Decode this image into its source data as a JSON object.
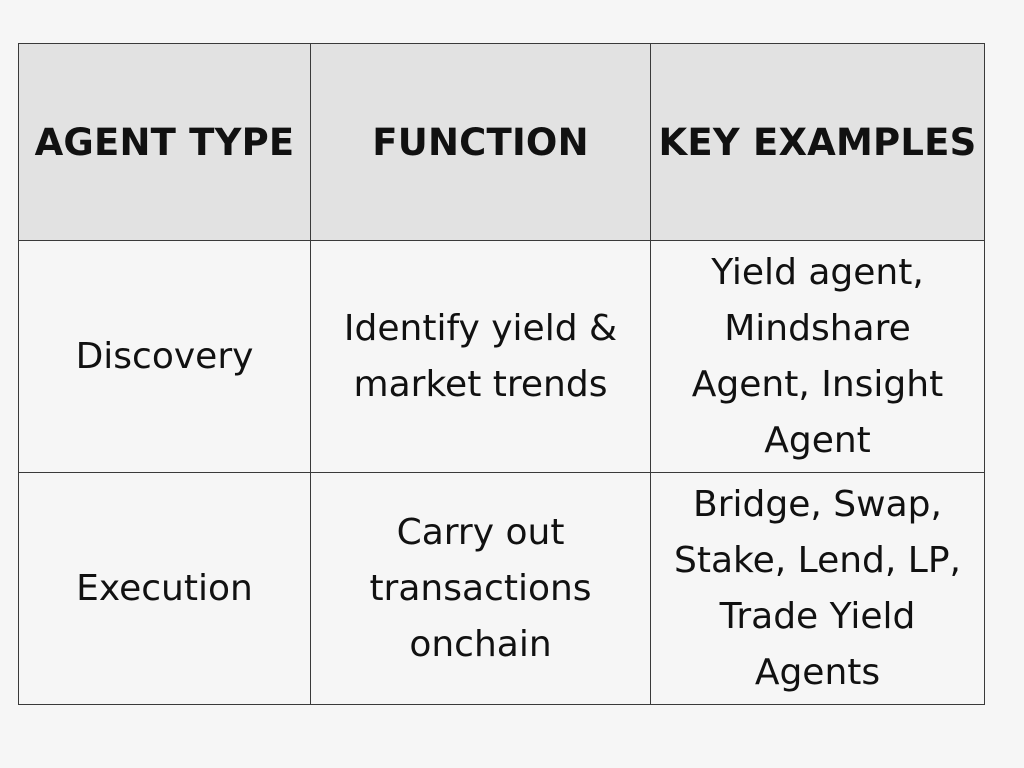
{
  "table": {
    "headers": [
      "AGENT TYPE",
      "FUNCTION",
      "KEY EXAMPLES"
    ],
    "rows": [
      {
        "agent_type": "Discovery",
        "function_lines": [
          "Identify yield &",
          "market trends"
        ],
        "examples_lines": [
          "Yield agent,",
          "Mindshare",
          "Agent, Insight",
          "Agent"
        ]
      },
      {
        "agent_type": "Execution",
        "function_lines": [
          "Carry out",
          "transactions",
          "onchain"
        ],
        "examples_lines": [
          "Bridge, Swap,",
          "Stake, Lend, LP,",
          "Trade Yield",
          "Agents"
        ]
      }
    ]
  }
}
